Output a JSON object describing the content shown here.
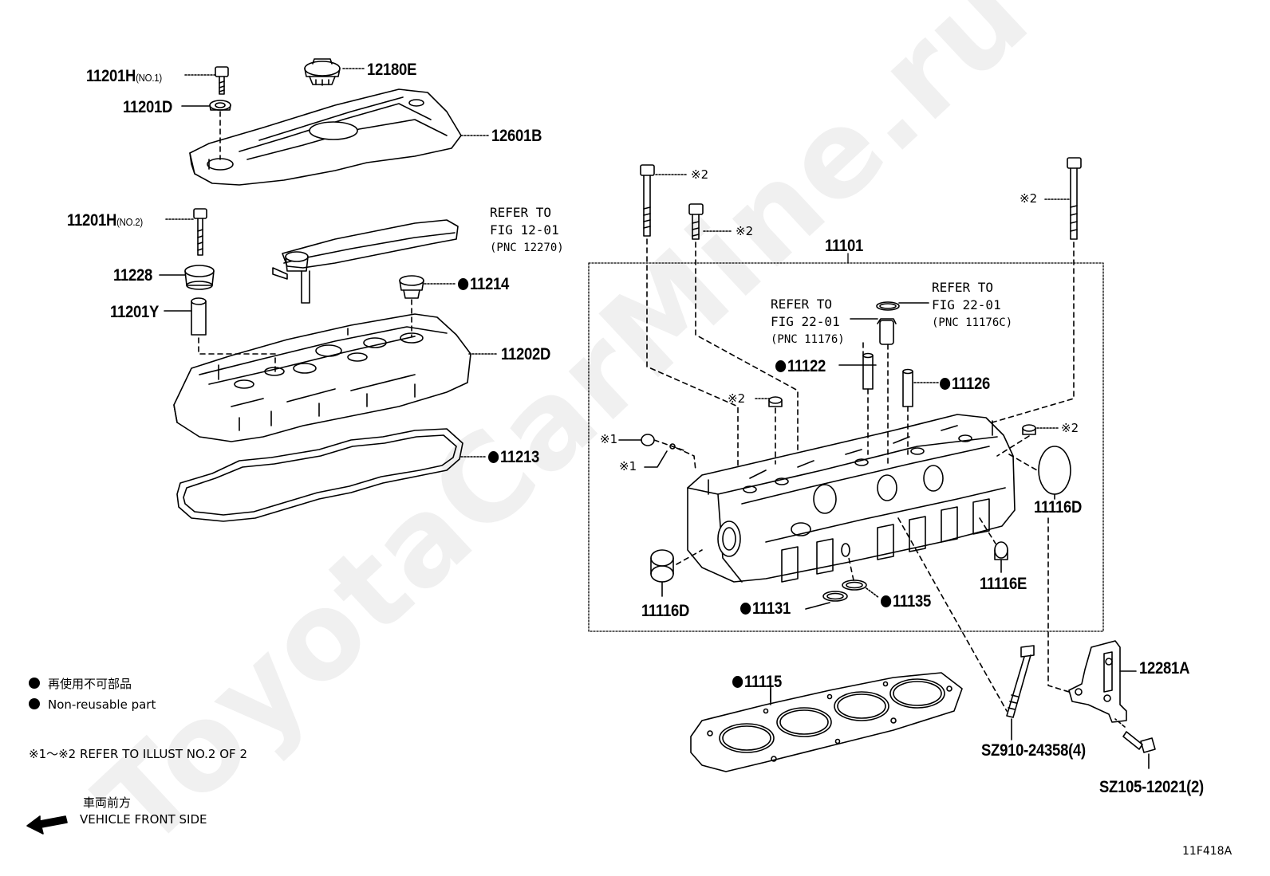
{
  "watermark": "ToyotaCarMine.ru",
  "figure_code": "11F418A",
  "assembly_label": "11101",
  "parts": {
    "p11201H_1": {
      "code": "11201H",
      "suffix": "(NO.1)"
    },
    "p12180E": {
      "code": "12180E"
    },
    "p11201D": {
      "code": "11201D"
    },
    "p12601B": {
      "code": "12601B"
    },
    "p11201H_2": {
      "code": "11201H",
      "suffix": "(NO.2)"
    },
    "p11228": {
      "code": "11228"
    },
    "p11214": {
      "code": "11214",
      "non_reusable": true
    },
    "p11201Y": {
      "code": "11201Y"
    },
    "p11202D": {
      "code": "11202D"
    },
    "p11213": {
      "code": "11213",
      "non_reusable": true
    },
    "p11122": {
      "code": "11122",
      "non_reusable": true
    },
    "p11126": {
      "code": "11126",
      "non_reusable": true
    },
    "p11116D_r": {
      "code": "11116D"
    },
    "p11116E": {
      "code": "11116E"
    },
    "p11116D_l": {
      "code": "11116D"
    },
    "p11131": {
      "code": "11131",
      "non_reusable": true
    },
    "p11135": {
      "code": "11135",
      "non_reusable": true
    },
    "p11115": {
      "code": "11115",
      "non_reusable": true
    },
    "p12281A": {
      "code": "12281A"
    },
    "pSZ910": {
      "code": "SZ910-24358(4)"
    },
    "pSZ105": {
      "code": "SZ105-12021(2)"
    }
  },
  "refs": {
    "ref_12": {
      "l1": "REFER TO",
      "l2": "FIG 12-01",
      "l3": "(PNC 12270)"
    },
    "ref_22a": {
      "l1": "REFER TO",
      "l2": "FIG 22-01",
      "l3": "(PNC 11176)"
    },
    "ref_22b": {
      "l1": "REFER TO",
      "l2": "FIG 22-01",
      "l3": "(PNC 11176C)"
    }
  },
  "marks": {
    "m1": "※2",
    "m2": "※2",
    "m3": "※2",
    "m4": "※2",
    "m5": "※2",
    "m6": "※1",
    "m7": "※1"
  },
  "legend": {
    "jp": "再使用不可部品",
    "en": "Non-reusable part",
    "note": "※1～※2 REFER TO ILLUST NO.2 OF 2",
    "front_jp": "車両前方",
    "front_en": "VEHICLE FRONT SIDE"
  }
}
